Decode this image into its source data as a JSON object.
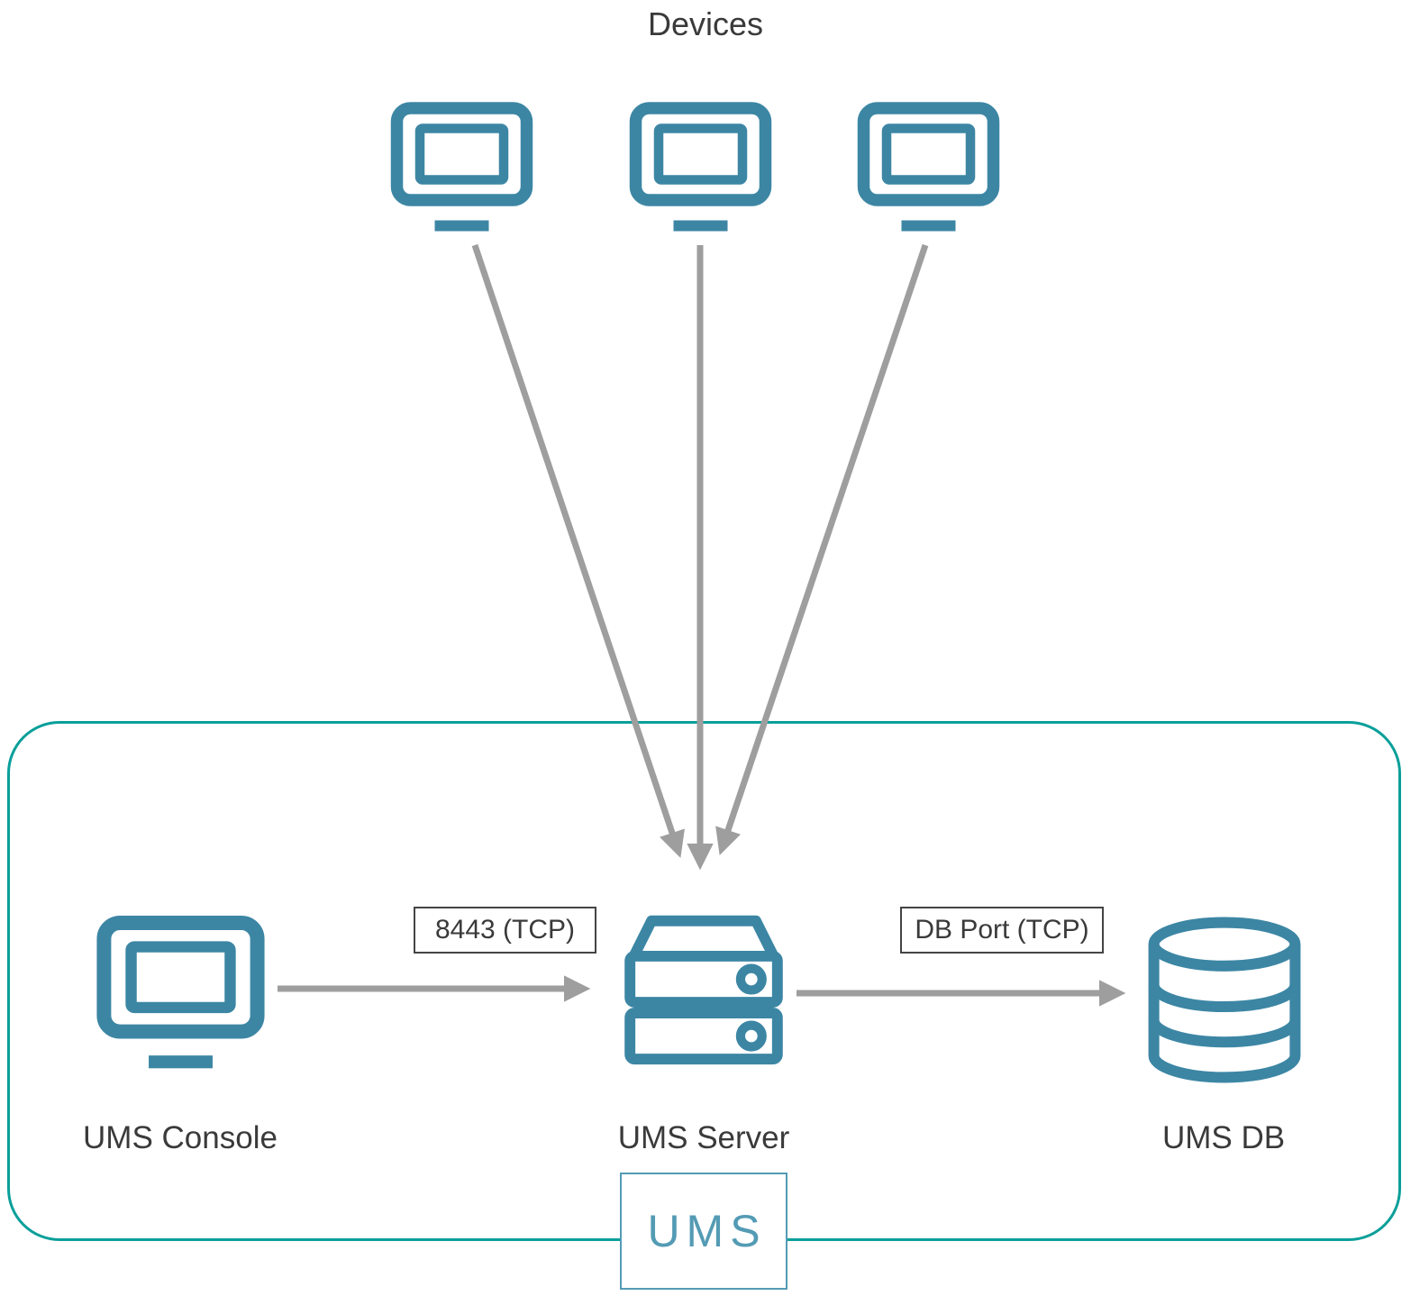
{
  "diagram": {
    "title": "Devices",
    "nodes": {
      "devices": {
        "count": 3,
        "icon": "monitor-icon"
      },
      "console": {
        "label": "UMS Console",
        "icon": "monitor-icon"
      },
      "server": {
        "label": "UMS Server",
        "icon": "server-stack-icon"
      },
      "db": {
        "label": "UMS DB",
        "icon": "database-cylinder-icon"
      }
    },
    "edges": {
      "console_to_server": {
        "label": "8443 (TCP)"
      },
      "server_to_db": {
        "label": "DB Port (TCP)"
      }
    },
    "group": {
      "label": "UMS"
    }
  },
  "colors": {
    "icon": "#3c86a4",
    "frame": "#0a9f9a",
    "logo": "#549bb4",
    "arrow": "#9e9e9e",
    "text": "#3a3a3a",
    "edge_label_border": "#444444"
  }
}
